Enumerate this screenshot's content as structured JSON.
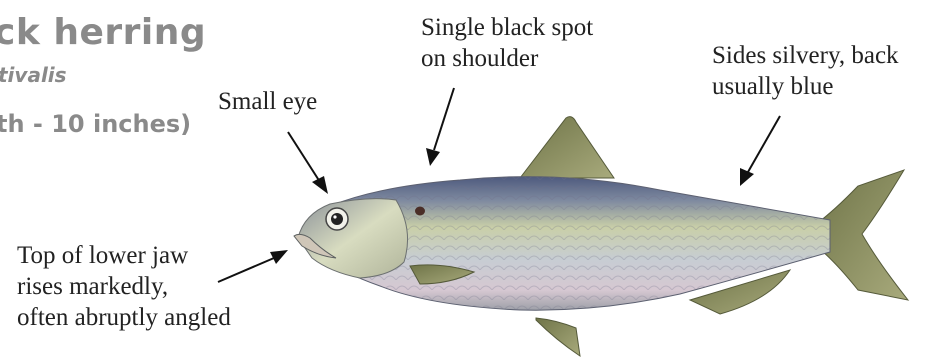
{
  "title": {
    "common_name": "ck herring",
    "scientific_name": "tivalis",
    "length": "th - 10 inches)"
  },
  "labels": {
    "eye": [
      "Small eye"
    ],
    "spot": [
      "Single black spot",
      "on shoulder"
    ],
    "sides": [
      "Sides silvery, back",
      "usually blue"
    ],
    "jaw": [
      "Top of lower jaw",
      "rises markedly,",
      "often abruptly angled"
    ]
  },
  "colors": {
    "title_gray": "#8a8a8a",
    "label_text": "#222222",
    "fish_back": "#5a6a8a",
    "fish_side": "#b8c4b0",
    "fish_belly": "#d8d0d4",
    "fin": "#8a9058"
  }
}
